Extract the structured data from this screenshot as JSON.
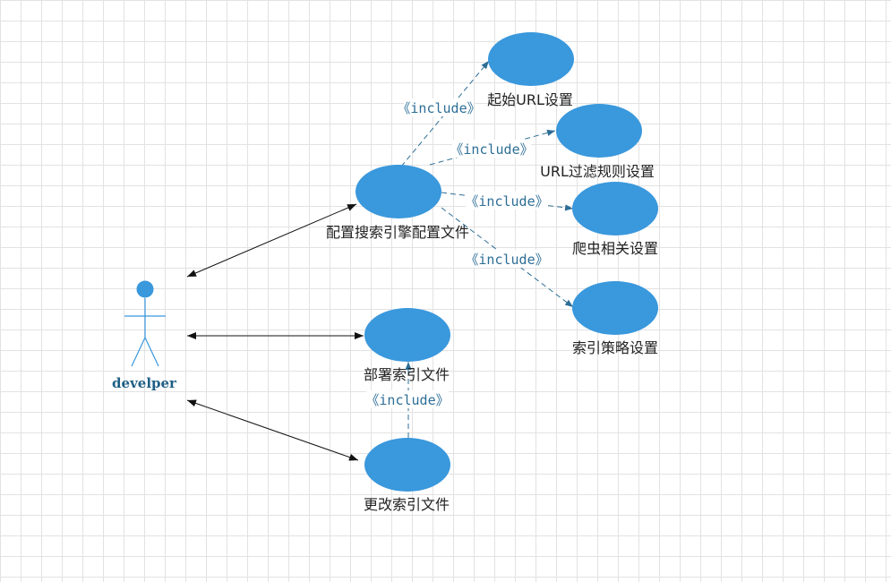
{
  "diagram": {
    "actor": {
      "name": "develper"
    },
    "use_cases": {
      "config": "配置搜索引擎配置文件",
      "start_url": "起始URL设置",
      "url_filter": "URL过滤规则设置",
      "crawler": "爬虫相关设置",
      "index_strategy": "索引策略设置",
      "deploy": "部署索引文件",
      "modify": "更改索引文件"
    },
    "relations": {
      "include_1": "《include》",
      "include_2": "《include》",
      "include_3": "《include》",
      "include_4": "《include》",
      "include_5": "《include》"
    },
    "colors": {
      "ellipse_fill": "#3a98dc",
      "dashed_line": "#2d6e96",
      "solid_line": "#111111",
      "actor": "#3a98dc"
    }
  }
}
